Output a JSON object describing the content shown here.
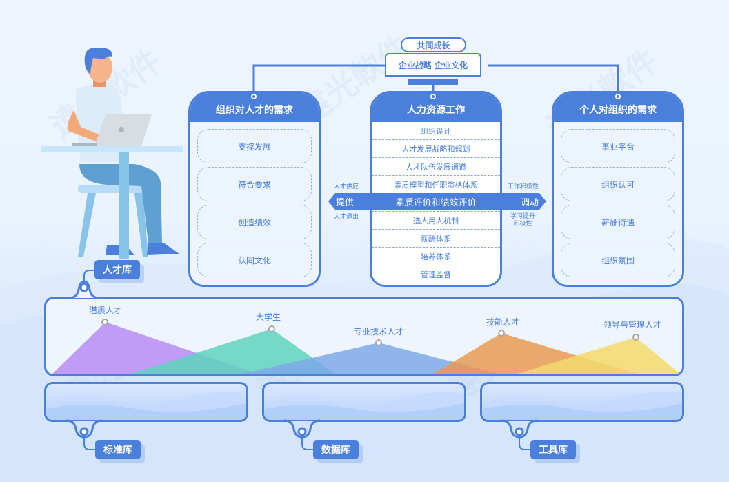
{
  "header": {
    "top_tag": "共同成长",
    "strategy": "企业战略 企业文化"
  },
  "columns": {
    "org_needs": {
      "title": "组织对人才的需求",
      "items": [
        "支撑发展",
        "符合要求",
        "创造绩效",
        "认同文化"
      ]
    },
    "hr_work": {
      "title": "人力资源工作",
      "items": [
        "组织设计",
        "人才发展战略和规划",
        "人才队伍发展通道",
        "素质模型和任职资格体系",
        "素质评价和绩效评价",
        "选人用人机制",
        "薪酬体系",
        "培养体系",
        "管理监督"
      ]
    },
    "personal_needs": {
      "title": "个人对组织的需求",
      "items": [
        "事业平台",
        "组织认可",
        "薪酬待遇",
        "组织氛围"
      ]
    }
  },
  "arrow_band": {
    "left_label": "提供",
    "center_label": "素质评价和绩效评价",
    "right_label": "调动",
    "left_top_note": "人才供应",
    "left_bottom_note": "人才退出",
    "right_top_note": "工作积极性",
    "right_bottom_note": "学习提升\n积极性"
  },
  "talent_pool": {
    "label": "人才库",
    "peaks": [
      {
        "name": "潜质人才",
        "color": "#b98cf5"
      },
      {
        "name": "大学生",
        "color": "#5fd2be"
      },
      {
        "name": "专业技术人才",
        "color": "#7ea9e8"
      },
      {
        "name": "技能人才",
        "color": "#e89a52"
      },
      {
        "name": "领导与管理人才",
        "color": "#f3d96a"
      }
    ]
  },
  "libraries": [
    {
      "label": "标准库"
    },
    {
      "label": "数据库"
    },
    {
      "label": "工具库"
    }
  ],
  "watermark": "遠光軟件",
  "colors": {
    "primary": "#4a7fdc",
    "background": "#eef5fe"
  }
}
